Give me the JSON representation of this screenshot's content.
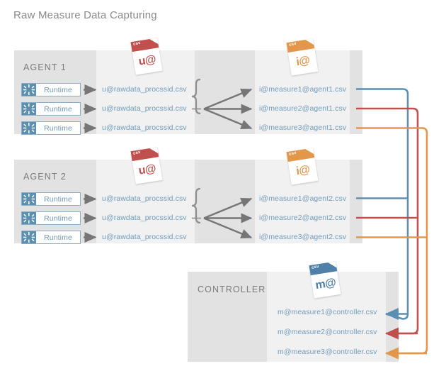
{
  "title": "Raw Measure Data Capturing",
  "colors": {
    "raw_red": "#c0504d",
    "interm_orange": "#e2974a",
    "measure_blue": "#4f81a8",
    "link_blue": "#5b8fb2",
    "link_red": "#c0504d",
    "link_orange": "#e2974a",
    "text_blue": "#6f9cbd",
    "panel_dark": "#e2e2e2",
    "panel_light": "#f1f1f1",
    "label_gray": "#7b7b7b",
    "arrow_gray": "#767676"
  },
  "sections": [
    {
      "id": "agent1",
      "label": "AGENT 1",
      "runtime_label": "Runtime",
      "runtimes": [
        "Runtime",
        "Runtime",
        "Runtime"
      ],
      "raw_files": [
        "u@rawdata_procssid.csv",
        "u@rawdata_procssid.csv",
        "u@rawdata_procssid.csv"
      ],
      "raw_icon": {
        "name": "csv-file-icon",
        "header": "csv",
        "label": "u@",
        "color": "#c0504d"
      },
      "out_icon": {
        "name": "csv-file-icon",
        "header": "csv",
        "label": "i@",
        "color": "#e2974a"
      },
      "out_files": [
        "i@measure1@agent1.csv",
        "i@measure2@agent1.csv",
        "i@measure3@agent1.csv"
      ]
    },
    {
      "id": "agent2",
      "label": "AGENT 2",
      "runtime_label": "Runtime",
      "runtimes": [
        "Runtime",
        "Runtime",
        "Runtime"
      ],
      "raw_files": [
        "u@rawdata_procssid.csv",
        "u@rawdata_procssid.csv",
        "u@rawdata_procssid.csv"
      ],
      "raw_icon": {
        "name": "csv-file-icon",
        "header": "csv",
        "label": "u@",
        "color": "#c0504d"
      },
      "out_icon": {
        "name": "csv-file-icon",
        "header": "csv",
        "label": "i@",
        "color": "#e2974a"
      },
      "out_files": [
        "i@measure1@agent2.csv",
        "i@measure2@agent2.csv",
        "i@measure3@agent2.csv"
      ]
    }
  ],
  "controller": {
    "id": "controller",
    "label": "CONTROLLER",
    "icon": {
      "name": "csv-file-icon",
      "header": "csv",
      "label": "m@",
      "color": "#4f81a8"
    },
    "files": [
      "m@measure1@controller.csv",
      "m@measure2@controller.csv",
      "m@measure3@controller.csv"
    ]
  },
  "connectors": [
    {
      "name": "measure1-link",
      "color": "#5b8fb2"
    },
    {
      "name": "measure2-link",
      "color": "#c0504d"
    },
    {
      "name": "measure3-link",
      "color": "#e2974a"
    }
  ]
}
